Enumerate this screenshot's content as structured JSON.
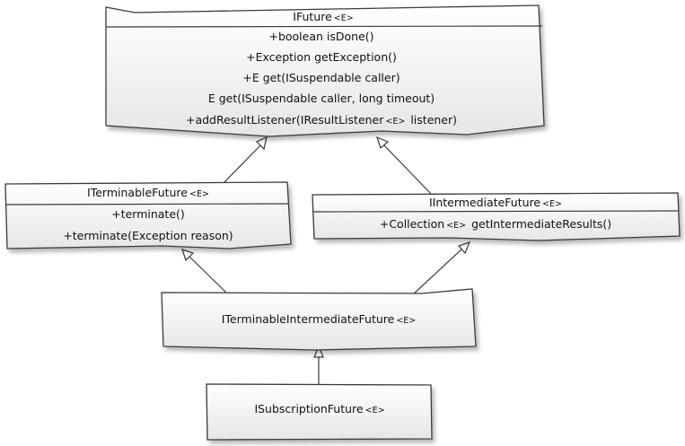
{
  "diagram": {
    "classes": {
      "ifuture": {
        "name": "IFuture",
        "generic": "<E>",
        "members": [
          "+boolean isDone()",
          "+Exception getException()",
          "+E get(ISuspendable caller)",
          "E get(ISuspendable caller, long timeout)",
          "+addResultListener(IResultListener",
          "listener)"
        ],
        "member_generic": "<E>"
      },
      "iterminable": {
        "name": "ITerminableFuture",
        "generic": "<E>",
        "members": [
          "+terminate()",
          "+terminate(Exception reason)"
        ]
      },
      "iintermediate": {
        "name": "IIntermediateFuture",
        "generic": "<E>",
        "member_prefix": "+Collection",
        "member_generic": "<E>",
        "member_suffix": "getIntermediateResults()"
      },
      "iterminableintermediate": {
        "name": "ITerminableIntermediateFuture",
        "generic": "<E>"
      },
      "isubscription": {
        "name": "ISubscriptionFuture",
        "generic": "<E>"
      }
    },
    "relations": [
      {
        "from": "ITerminableFuture",
        "to": "IFuture",
        "type": "generalization"
      },
      {
        "from": "IIntermediateFuture",
        "to": "IFuture",
        "type": "generalization"
      },
      {
        "from": "ITerminableIntermediateFuture",
        "to": "ITerminableFuture",
        "type": "generalization"
      },
      {
        "from": "ITerminableIntermediateFuture",
        "to": "IIntermediateFuture",
        "type": "generalization"
      },
      {
        "from": "ISubscriptionFuture",
        "to": "ITerminableIntermediateFuture",
        "type": "generalization"
      }
    ],
    "colors": {
      "box_fill_top": "#ffffff",
      "box_fill_bottom": "#e8e8e8",
      "stroke": "#3a3a3a",
      "text": "#111111"
    }
  }
}
